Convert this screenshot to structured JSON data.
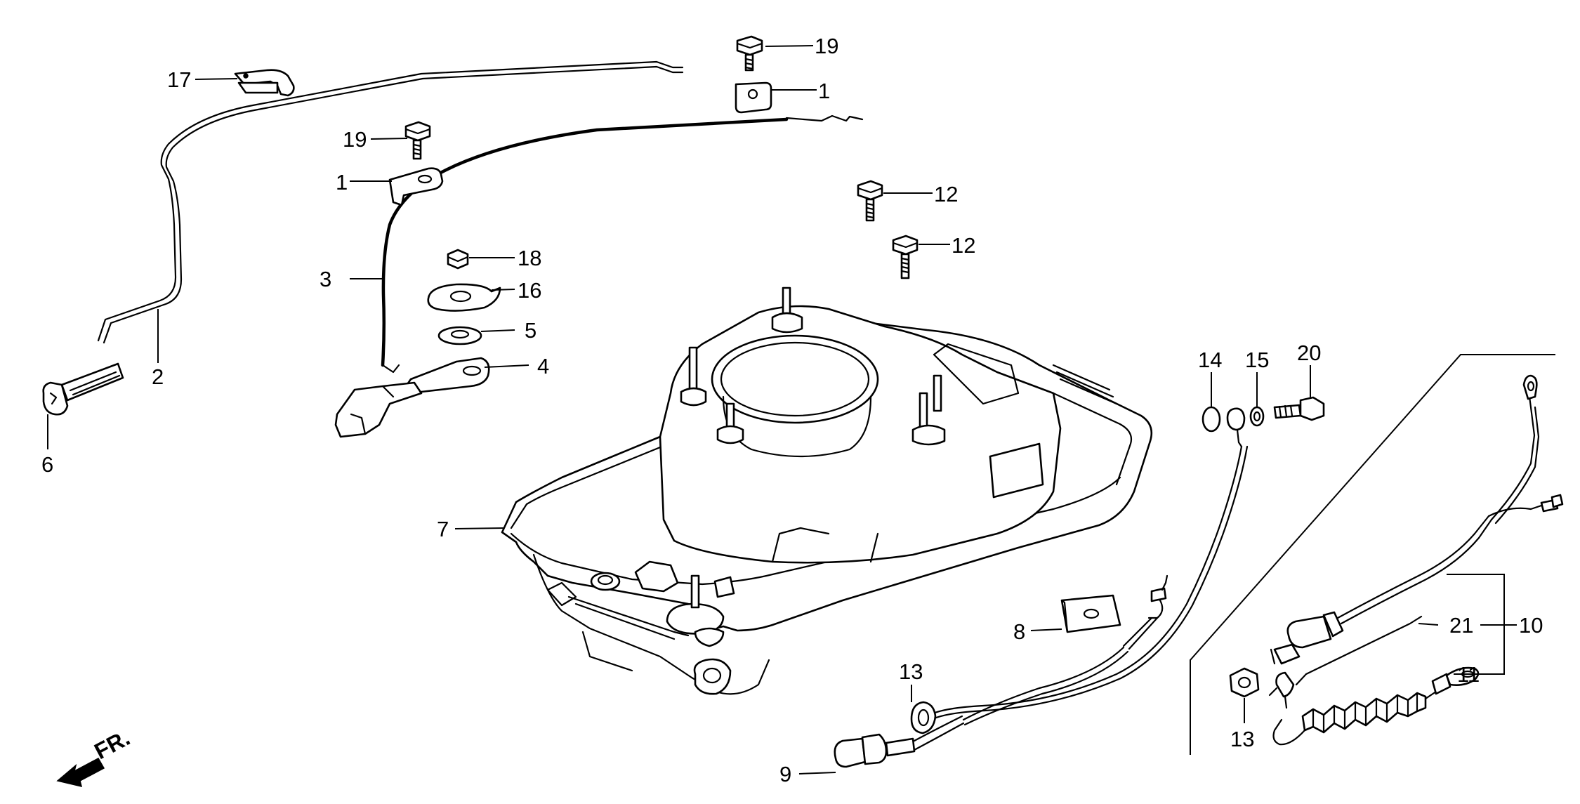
{
  "diagram": {
    "callouts": {
      "c19a": "19",
      "c1a": "1",
      "c17": "17",
      "c19b": "19",
      "c1b": "1",
      "c12a": "12",
      "c12b": "12",
      "c18": "18",
      "c3": "3",
      "c16": "16",
      "c5": "5",
      "c4": "4",
      "c2": "2",
      "c6": "6",
      "c7": "7",
      "c14": "14",
      "c15": "15",
      "c20": "20",
      "c8": "8",
      "c13a": "13",
      "c9": "9",
      "c21": "21",
      "c10": "10",
      "c11": "11",
      "c13b": "13"
    },
    "front_indicator": "FR."
  }
}
